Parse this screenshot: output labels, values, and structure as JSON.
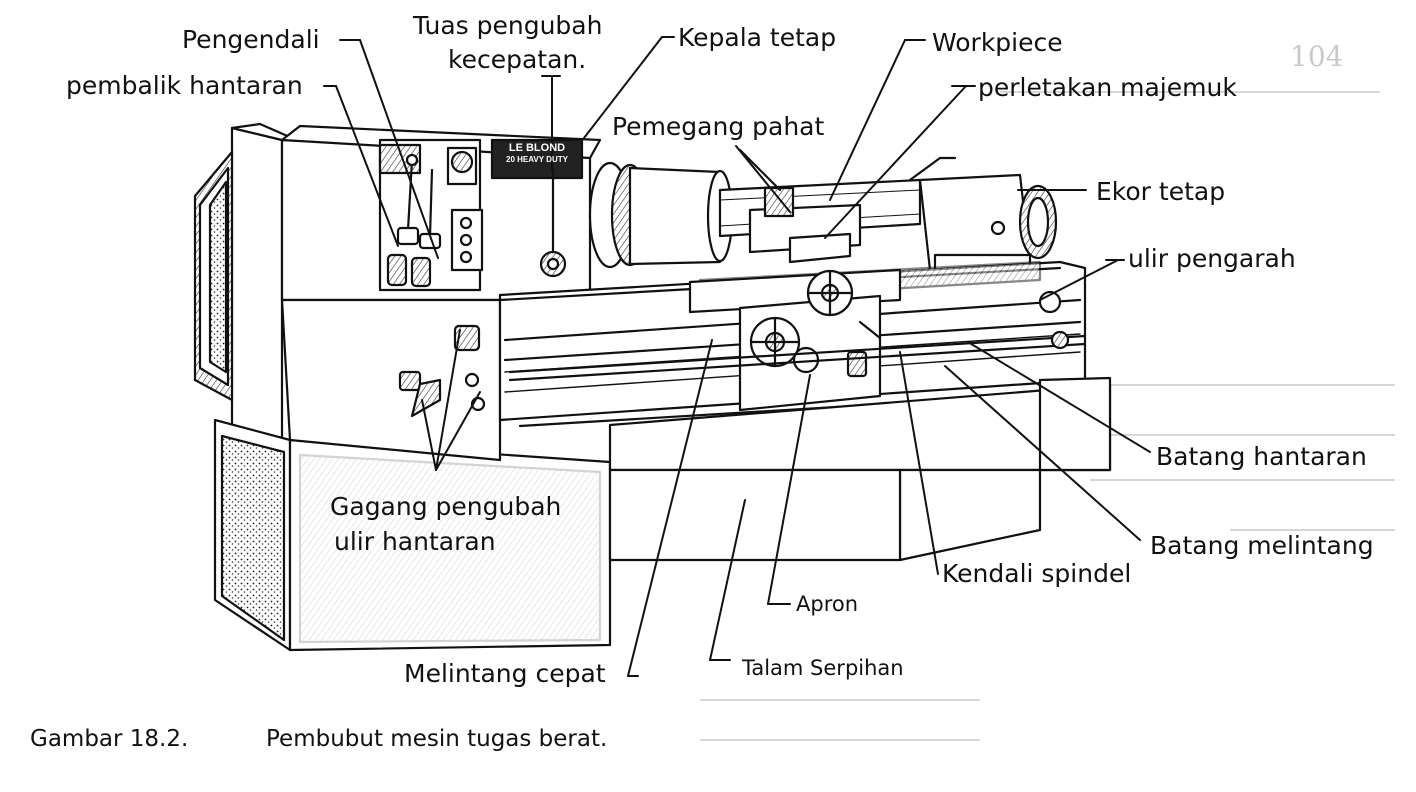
{
  "labels": {
    "pengendali": "Pengendali",
    "pembalik_hantaran": "pembalik hantaran",
    "tuas_line1": "Tuas pengubah",
    "tuas_line2": "kecepatan.",
    "kepala_tetap": "Kepala tetap",
    "workpiece": "Workpiece",
    "perletakan_majemuk": "perletakan majemuk",
    "pemegang_pahat": "Pemegang pahat",
    "ekor_tetap": "Ekor tetap",
    "ulir_pengarah": "ulir pengarah",
    "batang_hantaran": "Batang hantaran",
    "batang_melintang": "Batang melintang",
    "kendali_spindel": "Kendali spindel",
    "apron": "Apron",
    "talam_serpihan": "Talam Serpihan",
    "melintang_cepat": "Melintang cepat",
    "gagang_line1": "Gagang pengubah",
    "gagang_line2": "ulir hantaran"
  },
  "machine_plate": {
    "brand": "LE BLOND",
    "model": "20 HEAVY DUTY"
  },
  "caption": {
    "number": "Gambar 18.2.",
    "text": "Pembubut mesin tugas berat."
  },
  "page_number": "104"
}
